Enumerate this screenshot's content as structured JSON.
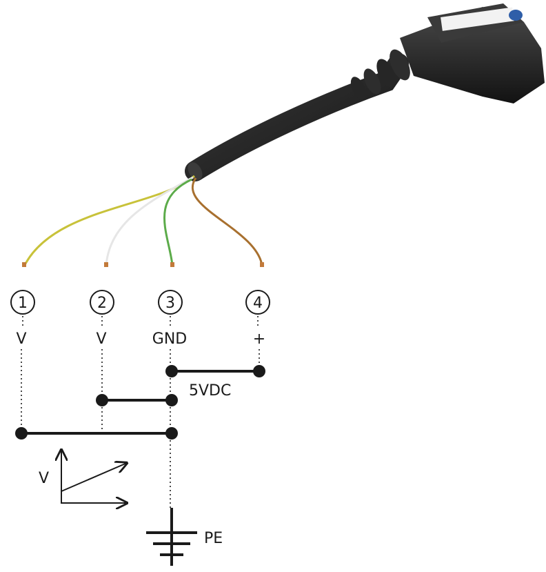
{
  "pins": [
    {
      "number": "1",
      "label": "V",
      "wire_color": "#c8c23a"
    },
    {
      "number": "2",
      "label": "V",
      "wire_color": "#e6e6e6"
    },
    {
      "number": "3",
      "label": "GND",
      "wire_color": "#5cab4a"
    },
    {
      "number": "4",
      "label": "+",
      "wire_color": "#a8702f"
    }
  ],
  "supply_label": "5VDC",
  "output_label": "V",
  "ground_label": "PE",
  "colors": {
    "line": "#1a1a1a",
    "cable": "#2b2b2b",
    "connector": "#1f1f1f",
    "connector_accent": "#2f5ea8"
  },
  "icons": [
    "connector-icon",
    "signal-graph-icon",
    "ground-symbol-icon"
  ]
}
